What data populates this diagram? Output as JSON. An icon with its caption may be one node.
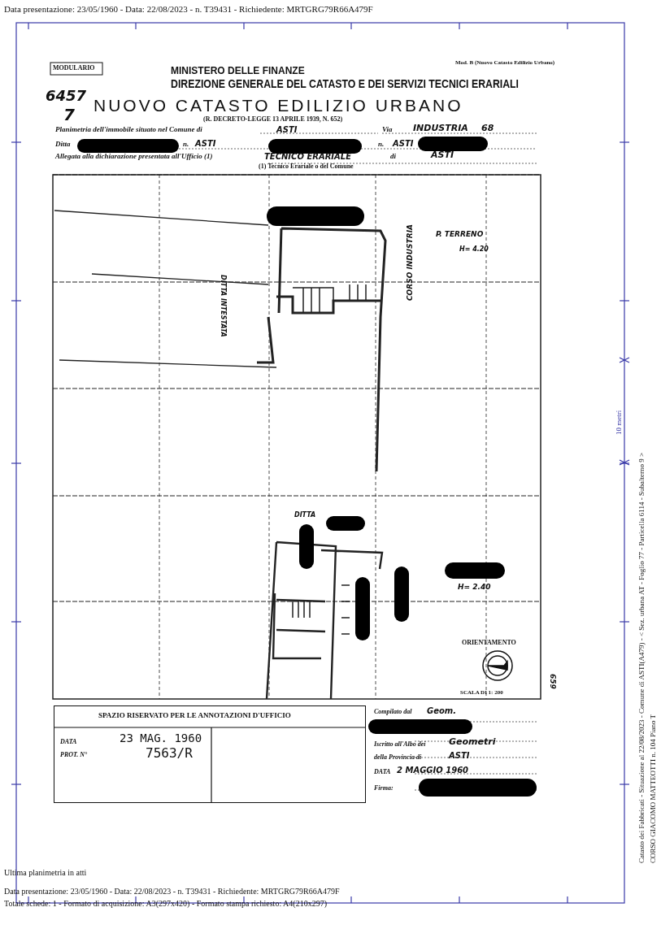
{
  "diagram": {
    "nodes": [
      {
        "text": [
          "SPAZIO RISERVATO PER LE ANNOTAZIONI D'UFFICIO",
          "DATA",
          "23 MAG. 1960",
          "PROT. N°",
          "7563/R"
        ]
      }
    ],
    "labels": [
      "Data presentazione: 23/05/1960 - Data: 22/08/2023 - n. T39431 - Richiedente: MRTGRG79R66A479F",
      "MODULARIO",
      "MINISTERO DELLE FINANZE",
      "Mod. B (Nuovo Catasto Edilizio Urbano)",
      "DIREZIONE GENERALE DEL CATASTO E DEI SERVIZI TECNICI ERARIALI",
      "6457",
      "7",
      "NUOVO CATASTO EDILIZIO URBANO",
      "(R. DECRETO-LEGGE 13 APRILE 1939, N. 652)",
      "Planimetria dell'immobile situato nel Comune di",
      "ASTI",
      "Via",
      "INDUSTRIA",
      "68",
      "Ditta",
      "n.",
      "ASTI",
      "n.",
      "ASTI",
      "Allegata alla dichiarazione presentata all'Ufficio (1)",
      "TECNICO ERARIALE",
      "di",
      "ASTI",
      "(1) Tecnico Erariale o del Comune",
      "DITTA INTESTATA",
      "CORSO INDUSTRIA",
      "P. TERRENO",
      "H= 4.20",
      "DITTA",
      "H= 2.40",
      "ORIENTAMENTO",
      "SCALA DI 1: 200",
      "659",
      "Compilato dal",
      "Geom.",
      "Iscritto all'Albo dei",
      "Geometri",
      "della Provincia di",
      "ASTI",
      "DATA",
      "2 MAGGIO 1960",
      "Firma:",
      "Ultima planimetria in atti",
      "Data presentazione: 23/05/1960 - Data: 22/08/2023 - n. T39431 - Richiedente: MRTGRG79R66A479F",
      "Totale schede: 1 - Formato di acquisizione: A3(297x420) - Formato stampa richiesto: A4(210x297)",
      "Catasto dei Fabbricati - Situazione al 22/08/2023 - Comune di ASTI(A479) - < Sez. urbana AT - Foglio 77 - Particella 6114 - Subalterno 9 >",
      "CORSO GIACOMO MATTEOTTI n. 104 Piano T",
      "10 metri"
    ]
  }
}
